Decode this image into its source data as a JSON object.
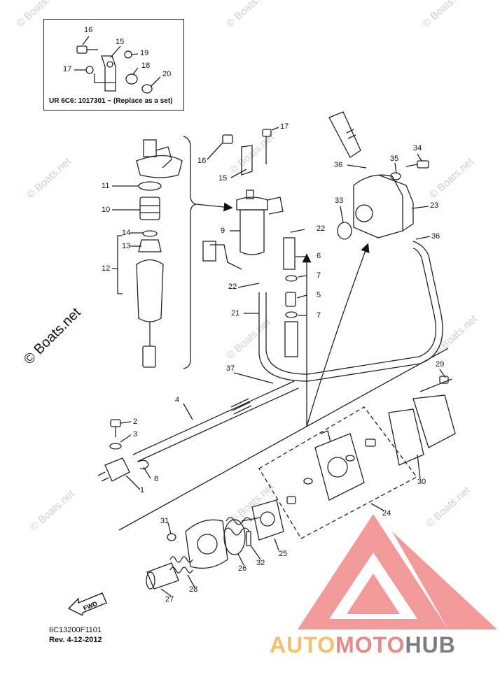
{
  "diagram": {
    "inset_note": "UR 6C6: 1017301 ~   (Replace as a set)",
    "part_code": "6C13200F1101",
    "revision": "Rev. 4-12-2012",
    "fwd_label": "FWD",
    "watermark": "© Boats.net",
    "logo": {
      "part_a": "AUTO",
      "part_b": "MOTO",
      "part_c": "HUB"
    },
    "colors": {
      "line": "#222222",
      "logo_triangle": "#f29a9a",
      "logo_auto": "#f5c06a",
      "logo_moto": "#e88a8a",
      "logo_hub": "#7d7d7d",
      "watermark": "#cfcfcf"
    },
    "callouts": [
      {
        "id": "c16a",
        "label": "16"
      },
      {
        "id": "c15a",
        "label": "15"
      },
      {
        "id": "c19",
        "label": "19"
      },
      {
        "id": "c17a",
        "label": "17"
      },
      {
        "id": "c18",
        "label": "18"
      },
      {
        "id": "c20",
        "label": "20"
      },
      {
        "id": "c17b",
        "label": "17"
      },
      {
        "id": "c16b",
        "label": "16"
      },
      {
        "id": "c15b",
        "label": "15"
      },
      {
        "id": "c11",
        "label": "11"
      },
      {
        "id": "c10",
        "label": "10"
      },
      {
        "id": "c14",
        "label": "14"
      },
      {
        "id": "c13",
        "label": "13"
      },
      {
        "id": "c12",
        "label": "12"
      },
      {
        "id": "c9",
        "label": "9"
      },
      {
        "id": "c22a",
        "label": "22"
      },
      {
        "id": "c6",
        "label": "6"
      },
      {
        "id": "c7a",
        "label": "7"
      },
      {
        "id": "c5",
        "label": "5"
      },
      {
        "id": "c22b",
        "label": "22"
      },
      {
        "id": "c21",
        "label": "21"
      },
      {
        "id": "c7b",
        "label": "7"
      },
      {
        "id": "c34",
        "label": "34"
      },
      {
        "id": "c35",
        "label": "35"
      },
      {
        "id": "c36a",
        "label": "36"
      },
      {
        "id": "c33",
        "label": "33"
      },
      {
        "id": "c23",
        "label": "23"
      },
      {
        "id": "c36b",
        "label": "36"
      },
      {
        "id": "c37",
        "label": "37"
      },
      {
        "id": "c4",
        "label": "4"
      },
      {
        "id": "c29",
        "label": "29"
      },
      {
        "id": "c2",
        "label": "2"
      },
      {
        "id": "c3",
        "label": "3"
      },
      {
        "id": "c8",
        "label": "8"
      },
      {
        "id": "c1",
        "label": "1"
      },
      {
        "id": "c30",
        "label": "30"
      },
      {
        "id": "c24",
        "label": "24"
      },
      {
        "id": "c31",
        "label": "31"
      },
      {
        "id": "c25",
        "label": "25"
      },
      {
        "id": "c26",
        "label": "26"
      },
      {
        "id": "c32",
        "label": "32"
      },
      {
        "id": "c28",
        "label": "28"
      },
      {
        "id": "c27",
        "label": "27"
      }
    ]
  }
}
